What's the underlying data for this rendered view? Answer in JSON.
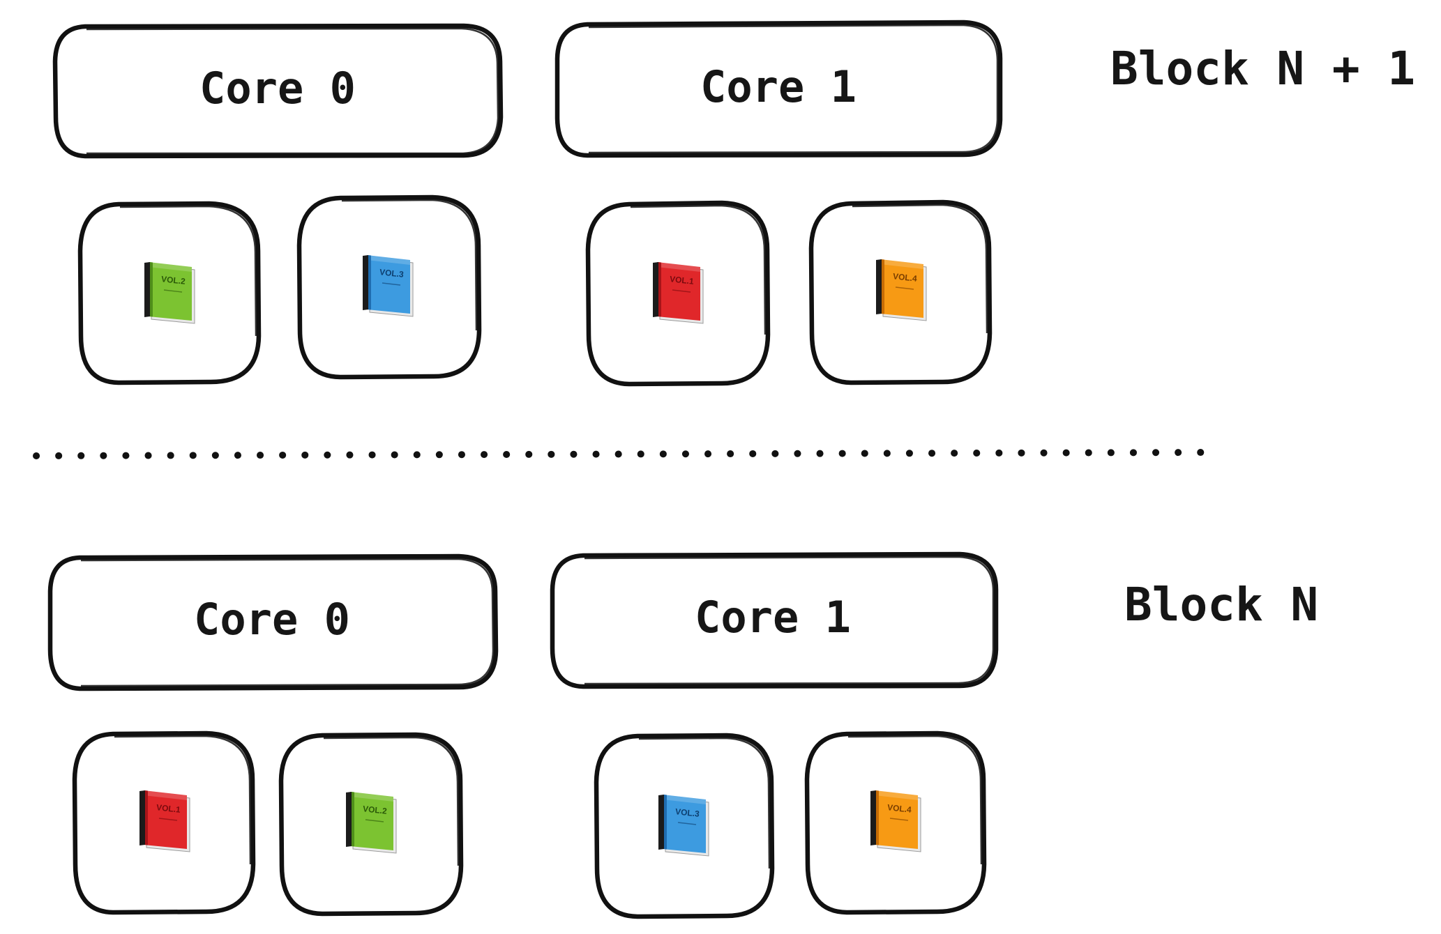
{
  "blocks": [
    {
      "label": "Block N + 1",
      "cores": [
        {
          "label": "Core 0",
          "slots": [
            {
              "vol": "VOL.2",
              "color": "#7cc331",
              "dark": "#4f8f1a",
              "text": "#2b5a08"
            },
            {
              "vol": "VOL.3",
              "color": "#3d9be0",
              "dark": "#1f6db0",
              "text": "#0d3f70"
            }
          ]
        },
        {
          "label": "Core 1",
          "slots": [
            {
              "vol": "VOL.1",
              "color": "#e0272a",
              "dark": "#a81419",
              "text": "#7a0a0e"
            },
            {
              "vol": "VOL.4",
              "color": "#f79a14",
              "dark": "#c66c05",
              "text": "#7a3e00"
            }
          ]
        }
      ]
    },
    {
      "label": "Block N",
      "cores": [
        {
          "label": "Core 0",
          "slots": [
            {
              "vol": "VOL.1",
              "color": "#e0272a",
              "dark": "#a81419",
              "text": "#7a0a0e"
            },
            {
              "vol": "VOL.2",
              "color": "#7cc331",
              "dark": "#4f8f1a",
              "text": "#2b5a08"
            }
          ]
        },
        {
          "label": "Core 1",
          "slots": [
            {
              "vol": "VOL.3",
              "color": "#3d9be0",
              "dark": "#1f6db0",
              "text": "#0d3f70"
            },
            {
              "vol": "VOL.4",
              "color": "#f79a14",
              "dark": "#c66c05",
              "text": "#7a3e00"
            }
          ]
        }
      ]
    }
  ],
  "icons": {
    "slot_item": "book-icon"
  }
}
